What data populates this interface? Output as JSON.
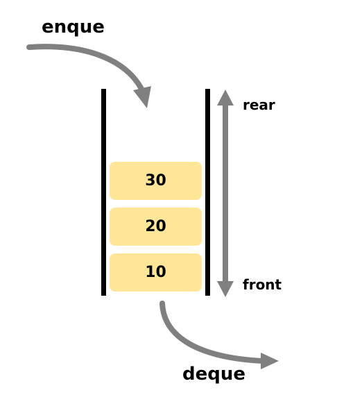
{
  "labels": {
    "enque": "enque",
    "deque": "deque",
    "rear": "rear",
    "front": "front"
  },
  "queue": {
    "items": [
      "30",
      "20",
      "10"
    ],
    "item_color": "#FFE699"
  },
  "colors": {
    "arrow": "#808080",
    "walls": "#000000"
  }
}
